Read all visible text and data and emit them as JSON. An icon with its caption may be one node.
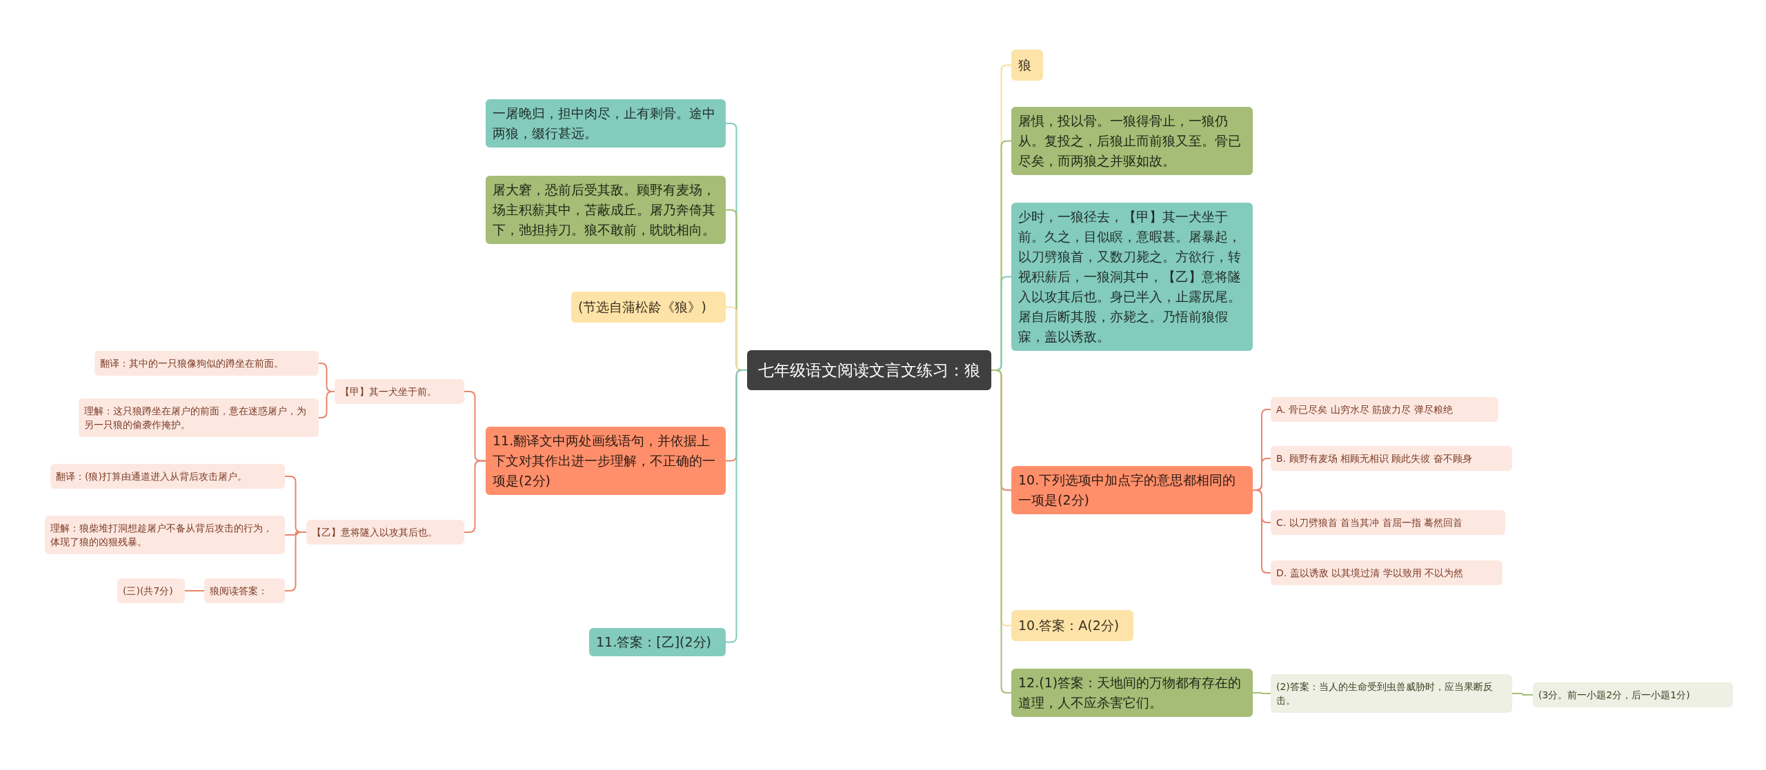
{
  "diagram": {
    "nodes": [
      {
        "text": [
          "七年级语文阅读文言文练习：狼"
        ]
      },
      {
        "text": [
          "一屠晚归，担中肉尽，止有剩骨。途中两狼，缀行甚远。"
        ]
      },
      {
        "text": [
          "屠大窘，恐前后受其敌。顾野有麦场，场主积薪其中，苫蔽成丘。屠乃奔倚其下，弛担持刀。狼不敢前，眈眈相向。"
        ]
      },
      {
        "text": [
          "(节选自蒲松龄《狼》)"
        ]
      },
      {
        "text": [
          "11.翻译文中两处画线语句，并依据上下文对其作出进一步理解，不正确的一项是(2分)"
        ]
      },
      {
        "text": [
          "【甲】其一犬坐于前。"
        ]
      },
      {
        "text": [
          "翻译：其中的一只狼像狗似的蹲坐在前面。"
        ]
      },
      {
        "text": [
          "理解：这只狼蹲坐在屠户的前面，意在迷惑屠户，为另一只狼的偷袭作掩护。"
        ]
      },
      {
        "text": [
          "【乙】意将隧入以攻其后也。"
        ]
      },
      {
        "text": [
          "翻译：(狼)打算由通道进入从背后攻击屠户。"
        ]
      },
      {
        "text": [
          "理解：狼柴堆打洞想趁屠户不备从背后攻击的行为，体现了狼的凶狠残暴。"
        ]
      },
      {
        "text": [
          "狼阅读答案："
        ]
      },
      {
        "text": [
          "(三)(共7分)"
        ]
      },
      {
        "text": [
          "11.答案：[乙](2分)"
        ]
      },
      {
        "text": [
          "狼"
        ]
      },
      {
        "text": [
          "屠惧，投以骨。一狼得骨止，一狼仍从。复投之，后狼止而前狼又至。骨已尽矣，而两狼之并驱如故。"
        ]
      },
      {
        "text": [
          "少时，一狼径去，【甲】其一犬坐于前。久之，目似瞑，意暇甚。屠暴起，以刀劈狼首，又数刀毙之。方欲行，转视积薪后，一狼洞其中，【乙】意将隧入以攻其后也。身已半入，止露尻尾。屠自后断其股，亦毙之。乃悟前狼假寐，盖以诱敌。"
        ]
      },
      {
        "text": [
          "10.下列选项中加点字的意思都相同的一项是(2分)"
        ]
      },
      {
        "text": [
          "A. 骨已尽矣 山穷水尽 筋疲力尽 弹尽粮绝"
        ]
      },
      {
        "text": [
          "B. 顾野有麦场 相顾无相识 顾此失彼 奋不顾身"
        ]
      },
      {
        "text": [
          "C. 以刀劈狼首 首当其冲 首屈一指 蓦然回首"
        ]
      },
      {
        "text": [
          "D. 盖以诱敌 以其境过清 学以致用 不以为然"
        ]
      },
      {
        "text": [
          "10.答案：A(2分)"
        ]
      },
      {
        "text": [
          "12.(1)答案：天地间的万物都有存在的道理，人不应杀害它们。"
        ]
      },
      {
        "text": [
          "(2)答案：当人的生命受到虫兽威胁时，应当果断反击。"
        ]
      },
      {
        "text": [
          "(3分。前一小题2分，后一小题1分)"
        ]
      }
    ],
    "edges": [
      {
        "from": 0,
        "to": 1,
        "arrow": "none",
        "color": "#7fcbbd"
      },
      {
        "from": 0,
        "to": 2,
        "arrow": "none",
        "color": "#a5bd76"
      },
      {
        "from": 0,
        "to": 3,
        "arrow": "none",
        "color": "#f7dfa3"
      },
      {
        "from": 0,
        "to": 4,
        "arrow": "none",
        "color": "#e8866a"
      },
      {
        "from": 4,
        "to": 5,
        "arrow": "none",
        "color": "#e8866a"
      },
      {
        "from": 5,
        "to": 6,
        "arrow": "none",
        "color": "#e8866a"
      },
      {
        "from": 5,
        "to": 7,
        "arrow": "none",
        "color": "#e8866a"
      },
      {
        "from": 4,
        "to": 8,
        "arrow": "none",
        "color": "#e8866a"
      },
      {
        "from": 8,
        "to": 9,
        "arrow": "none",
        "color": "#e8866a"
      },
      {
        "from": 8,
        "to": 10,
        "arrow": "none",
        "color": "#e8866a"
      },
      {
        "from": 8,
        "to": 11,
        "arrow": "none",
        "color": "#e8866a"
      },
      {
        "from": 11,
        "to": 12,
        "arrow": "none",
        "color": "#e8866a"
      },
      {
        "from": 0,
        "to": 13,
        "arrow": "none",
        "color": "#7fcbbd"
      },
      {
        "from": 0,
        "to": 14,
        "arrow": "none",
        "color": "#f7dfa3"
      },
      {
        "from": 0,
        "to": 15,
        "arrow": "none",
        "color": "#a5bd76"
      },
      {
        "from": 0,
        "to": 16,
        "arrow": "none",
        "color": "#7fcbbd"
      },
      {
        "from": 0,
        "to": 17,
        "arrow": "none",
        "color": "#e8866a"
      },
      {
        "from": 17,
        "to": 18,
        "arrow": "none",
        "color": "#e8866a"
      },
      {
        "from": 17,
        "to": 19,
        "arrow": "none",
        "color": "#e8866a"
      },
      {
        "from": 17,
        "to": 20,
        "arrow": "none",
        "color": "#e8866a"
      },
      {
        "from": 17,
        "to": 21,
        "arrow": "none",
        "color": "#e8866a"
      },
      {
        "from": 0,
        "to": 22,
        "arrow": "none",
        "color": "#f7dfa3"
      },
      {
        "from": 0,
        "to": 23,
        "arrow": "none",
        "color": "#a5bd76"
      },
      {
        "from": 23,
        "to": 24,
        "arrow": "none",
        "color": "#a5bd76"
      },
      {
        "from": 24,
        "to": 25,
        "arrow": "none",
        "color": "#a5bd76"
      }
    ]
  }
}
